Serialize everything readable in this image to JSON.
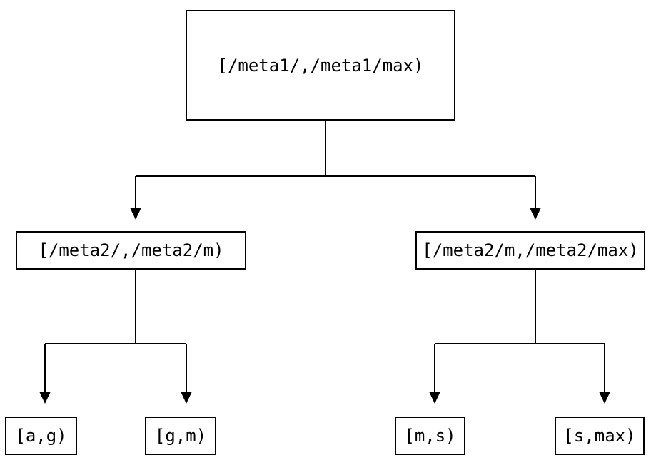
{
  "diagram": {
    "type": "tree",
    "background_color": "#ffffff",
    "line_color": "#000000",
    "node_fill_color": "#ffffff",
    "node_border_color": "#000000",
    "text_color": "#000000",
    "nodes": {
      "root": {
        "label": "[/meta1/,/meta1/max)"
      },
      "meta2_low": {
        "label": "[/meta2/,/meta2/m)"
      },
      "meta2_high": {
        "label": "[/meta2/m,/meta2/max)"
      },
      "leaf_a_g": {
        "label": "[a,g)"
      },
      "leaf_g_m": {
        "label": "[g,m)"
      },
      "leaf_m_s": {
        "label": "[m,s)"
      },
      "leaf_s_max": {
        "label": "[s,max)"
      }
    },
    "edges": [
      {
        "from": "root",
        "to": "meta2_low"
      },
      {
        "from": "root",
        "to": "meta2_high"
      },
      {
        "from": "meta2_low",
        "to": "leaf_a_g"
      },
      {
        "from": "meta2_low",
        "to": "leaf_g_m"
      },
      {
        "from": "meta2_high",
        "to": "leaf_m_s"
      },
      {
        "from": "meta2_high",
        "to": "leaf_s_max"
      }
    ]
  }
}
